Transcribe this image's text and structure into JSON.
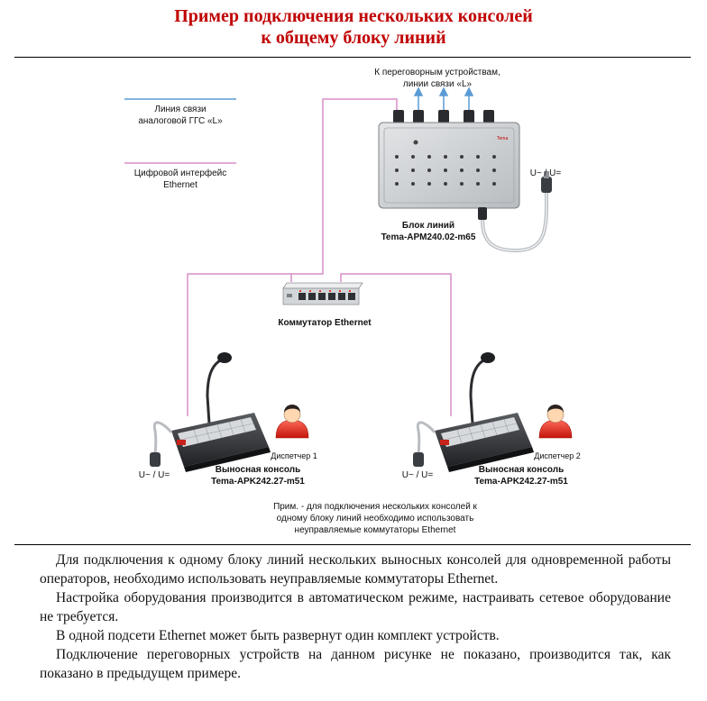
{
  "title": {
    "line1": "Пример подключения нескольких консолей",
    "line2": "к общему блоку линий"
  },
  "legend": {
    "analog_line1": "Линия связи",
    "analog_line2": "аналоговой ГГС «L»",
    "digital_line1": "Цифровой интерфейс",
    "digital_line2": "Ethernet"
  },
  "line_block": {
    "top_label1": "К переговорным устройствам,",
    "top_label2": "линии связи «L»",
    "name": "Блок линий",
    "model": "Tema-APM240.02-m65",
    "power": "U~ / U=",
    "brand": "Tema"
  },
  "switch": {
    "name": "Коммутатор Ethernet"
  },
  "console1": {
    "operator": "Диспетчер 1",
    "name": "Выносная консоль",
    "model": "Tema-APK242.27-m51",
    "power": "U~ / U="
  },
  "console2": {
    "operator": "Диспетчер 2",
    "name": "Выносная консоль",
    "model": "Tema-APK242.27-m51",
    "power": "U~ / U="
  },
  "note": {
    "line1": "Прим. - для подключения нескольких консолей к",
    "line2": "одному блоку линий необходимо использовать",
    "line3": "неуправляемые коммутаторы Ethernet"
  },
  "body": {
    "p1": "Для подключения к одному блоку линий нескольких выносных консолей для одновременной работы операторов, необходимо использовать неуправляемые коммутаторы Ethernet.",
    "p2": "Настройка оборудования производится в автоматическом режиме, настраивать сетевое оборудование не требуется.",
    "p3": "В одной подсети Ethernet может быть развернут один комплект устройств.",
    "p4": "Подключение переговорных устройств на данном рисунке не показано, производится так, как показано в предыдущем примере."
  },
  "colors": {
    "title": "#c00000",
    "analog_line": "#5b9bd5",
    "ethernet_line": "#d88ec9",
    "device_body": "#cfd2d5"
  }
}
